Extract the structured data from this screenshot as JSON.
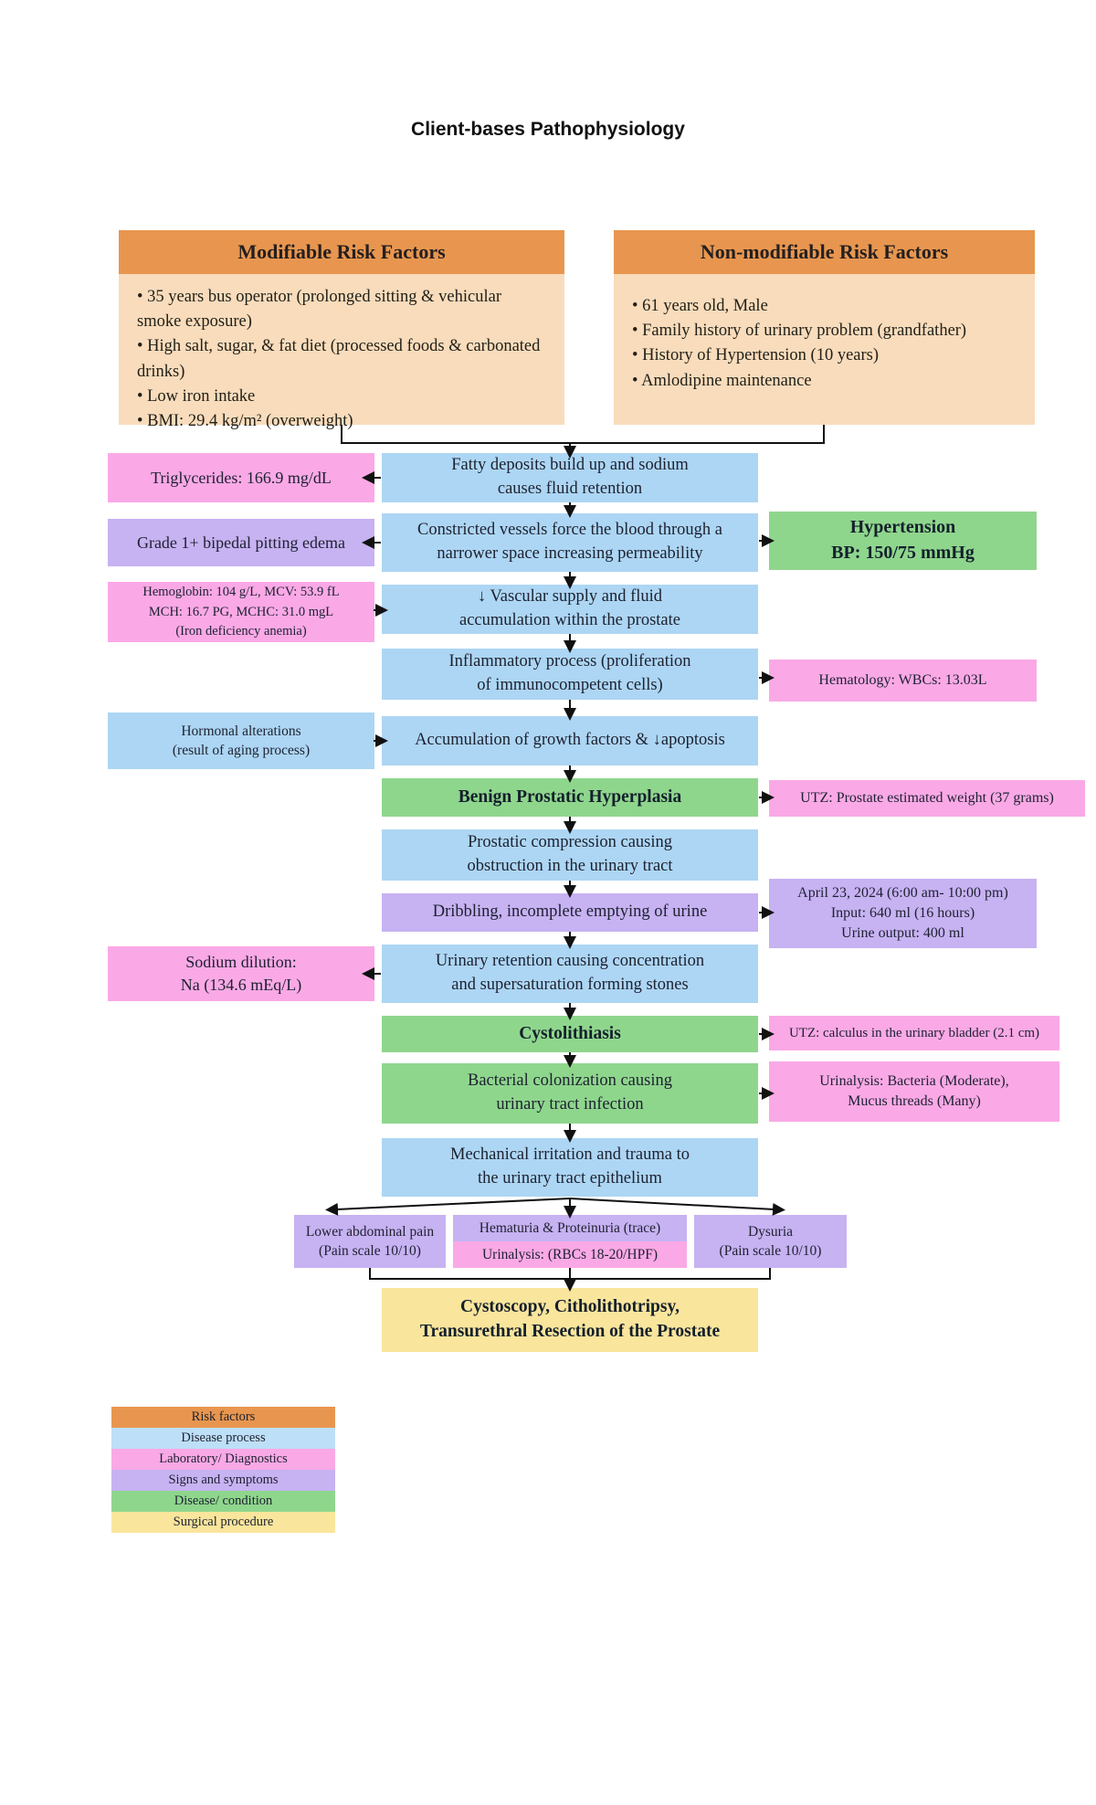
{
  "title": "Client-bases Pathophysiology",
  "risk_factors": {
    "modifiable": {
      "title": "Modifiable Risk Factors",
      "items": [
        "• 35 years bus operator (prolonged sitting & vehicular smoke exposure)",
        "• High salt, sugar, & fat diet (processed foods & carbonated drinks)",
        "• Low iron intake",
        "• BMI: 29.4 kg/m² (overweight)"
      ]
    },
    "non_modifiable": {
      "title": "Non-modifiable Risk Factors",
      "items": [
        "• 61 years old, Male",
        "• Family history of urinary problem (grandfather)",
        "• History of Hypertension (10 years)",
        "• Amlodipine maintenance"
      ]
    }
  },
  "flow": {
    "fatty": "Fatty deposits build up and sodium\ncauses fluid retention",
    "constricted": "Constricted vessels force the blood through a\nnarrower space increasing permeability",
    "vascular": "↓ Vascular supply and fluid\naccumulation within the prostate",
    "inflammatory": "Inflammatory process (proliferation\nof immunocompetent cells)",
    "growth": "Accumulation of growth factors & ↓apoptosis",
    "bph": "Benign Prostatic Hyperplasia",
    "compression": "Prostatic compression causing\nobstruction in the urinary tract",
    "dribbling": "Dribbling, incomplete emptying of urine",
    "retention": "Urinary retention causing concentration\nand supersaturation forming stones",
    "cystolithiasis": "Cystolithiasis",
    "bacterial": "Bacterial colonization causing\nurinary tract infection",
    "mechanical": "Mechanical irritation and trauma to\nthe urinary tract epithelium",
    "surgery": "Cystoscopy, Citholithotripsy,\nTransurethral Resection of the Prostate"
  },
  "side_notes": {
    "triglycerides": "Triglycerides: 166.9 mg/dL",
    "edema": "Grade 1+ bipedal pitting edema",
    "hypertension": "Hypertension\nBP: 150/75 mmHg",
    "hemoglobin": "Hemoglobin: 104 g/L,  MCV: 53.9 fL\nMCH: 16.7 PG,  MCHC: 31.0 mgL\n(Iron deficiency anemia)",
    "hematology": "Hematology: WBCs: 13.03L",
    "hormonal": "Hormonal alterations\n(result of aging process)",
    "utz_prostate": "UTZ: Prostate estimated weight (37 grams)",
    "intake_output": "April 23, 2024 (6:00 am- 10:00 pm)\nInput: 640 ml (16 hours)\nUrine output: 400 ml",
    "sodium": "Sodium dilution:\nNa (134.6 mEq/L)",
    "utz_calculus": "UTZ: calculus in the urinary bladder (2.1 cm)",
    "urinalysis_bacteria": "Urinalysis: Bacteria (Moderate),\nMucus threads (Many)",
    "lower_pain": "Lower abdominal pain\n(Pain scale 10/10)",
    "hematuria": "Hematuria & Proteinuria (trace)",
    "urinalysis_rbc": "Urinalysis: (RBCs 18-20/HPF)",
    "dysuria": "Dysuria\n(Pain scale 10/10)"
  },
  "legend": {
    "items": [
      {
        "label": "Risk factors",
        "color": "#E8964F"
      },
      {
        "label": "Disease process",
        "color": "#BEDFF8"
      },
      {
        "label": "Laboratory/ Diagnostics",
        "color": "#FAA9E6"
      },
      {
        "label": "Signs and symptoms",
        "color": "#C7B2F2"
      },
      {
        "label": "Disease/ condition",
        "color": "#8FD68D"
      },
      {
        "label": "Surgical procedure",
        "color": "#FAE59C"
      }
    ]
  },
  "colors": {
    "risk_header": "#E8964F",
    "risk_body": "#F8DCBC",
    "disease_process": "#ADD6F4",
    "laboratory_diagnostics": "#FAA9E6",
    "signs_and_symptoms": "#C7B2F2",
    "disease_condition": "#8FD68D",
    "surgical_procedure": "#FAE59C",
    "arrow": "#111111"
  }
}
